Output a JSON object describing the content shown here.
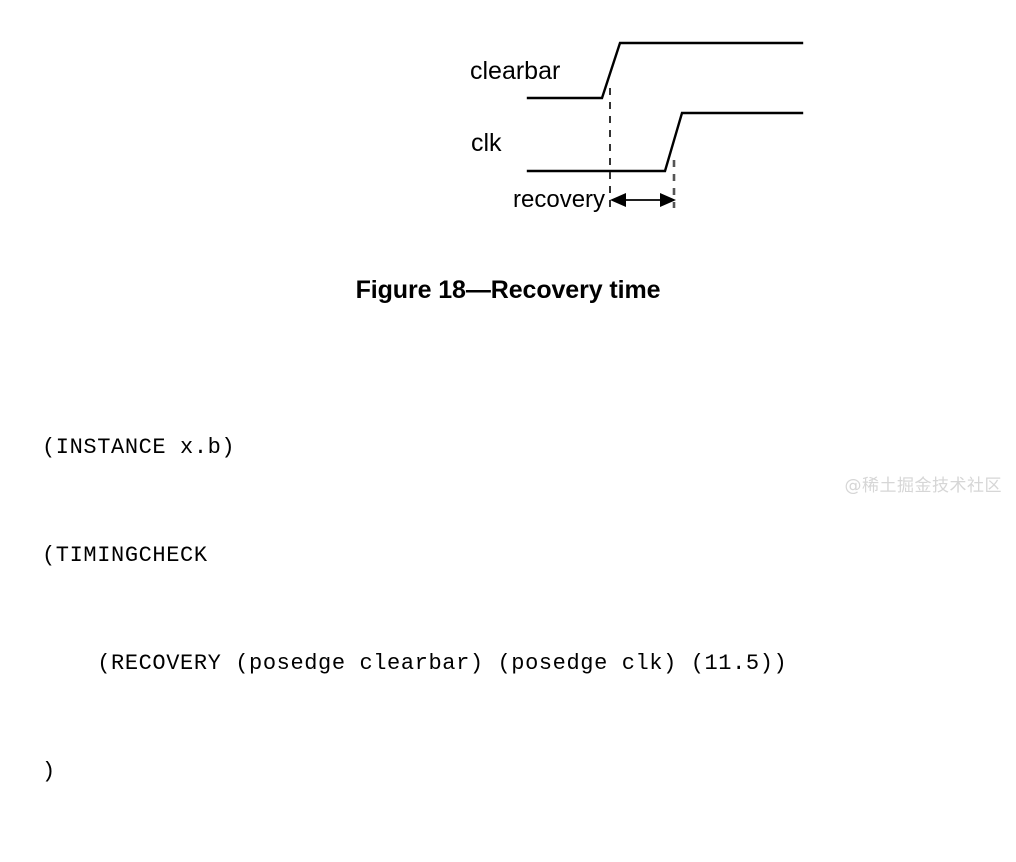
{
  "page": {
    "background_color": "#ffffff",
    "ink_color": "#000000"
  },
  "figure": {
    "caption": "Figure 18—Recovery time",
    "signals": [
      {
        "name": "clearbar",
        "label": "clearbar",
        "transition": "posedge"
      },
      {
        "name": "clk",
        "label": "clk",
        "transition": "posedge"
      }
    ],
    "measurement": {
      "label": "recovery",
      "annotation_style": "double-headed-arrow",
      "from_signal": "clearbar",
      "to_signal": "clk"
    },
    "markers": [
      {
        "name": "clearbar-edge-marker",
        "style": "dashed"
      },
      {
        "name": "clk-edge-marker",
        "style": "dashed"
      }
    ]
  },
  "code": {
    "language": "SDF",
    "lines": [
      "(INSTANCE x.b)",
      "(TIMINGCHECK",
      "    (RECOVERY (posedge clearbar) (posedge clk) (11.5))",
      ")"
    ]
  },
  "watermark": {
    "text": "@稀土掘金技术社区",
    "color": "#d6d6d6"
  },
  "chart_data": {
    "type": "line",
    "title": "Figure 18—Recovery time",
    "xlabel": "",
    "ylabel": "",
    "series": [
      {
        "name": "clearbar",
        "points": [
          {
            "x": 528,
            "y": 98
          },
          {
            "x": 602,
            "y": 98
          },
          {
            "x": 620,
            "y": 43
          },
          {
            "x": 802,
            "y": 43
          }
        ]
      },
      {
        "name": "clk",
        "points": [
          {
            "x": 528,
            "y": 171
          },
          {
            "x": 665,
            "y": 171
          },
          {
            "x": 682,
            "y": 113
          },
          {
            "x": 802,
            "y": 113
          }
        ]
      }
    ],
    "annotations": [
      {
        "label": "recovery",
        "x_start": 610,
        "x_end": 674,
        "y": 200
      }
    ],
    "grid": false,
    "legend": "none"
  }
}
